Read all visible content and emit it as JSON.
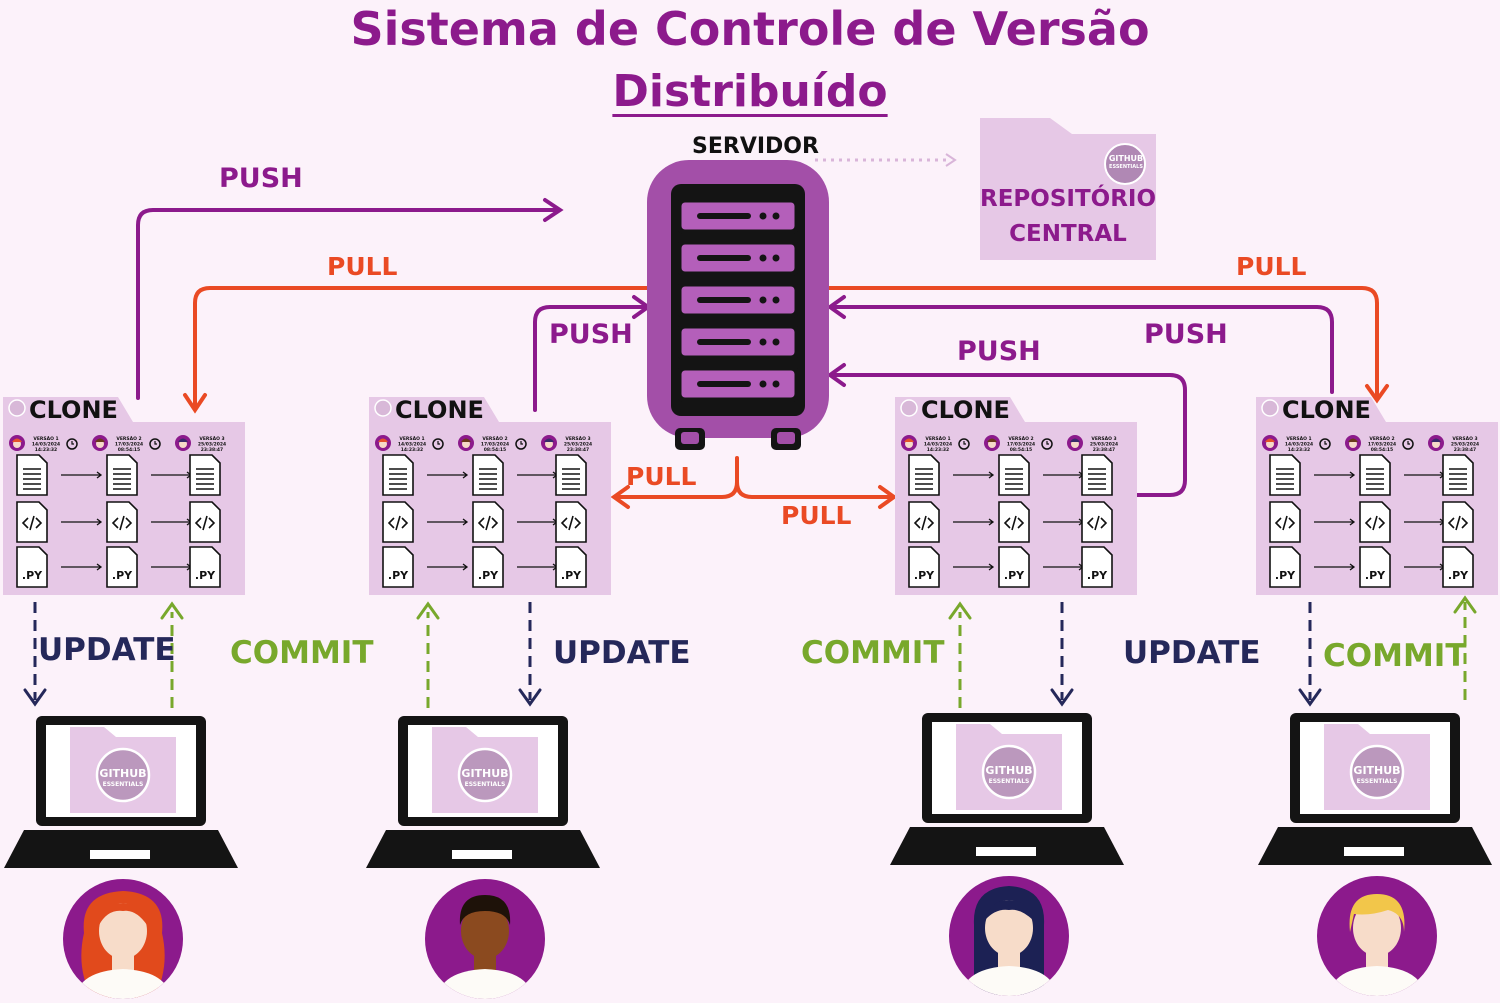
{
  "title": {
    "line1": "Sistema de Controle de Versão",
    "line2": "Distribuído"
  },
  "server": {
    "label": "SERVIDOR"
  },
  "repository": {
    "line1": "REPOSITÓRIO",
    "line2": "CENTRAL",
    "badge_line1": "GITHUB",
    "badge_line2": "ESSENTIALS"
  },
  "actions": {
    "push": "PUSH",
    "pull": "PULL",
    "clone": "CLONE",
    "update": "UPDATE",
    "commit": "COMMIT"
  },
  "clone_panel": {
    "versions": [
      {
        "label": "VERSÃO 1",
        "date": "14/03/2024",
        "time": "14:23:32"
      },
      {
        "label": "VERSÃO 2",
        "date": "17/03/2024",
        "time": "08:54:15"
      },
      {
        "label": "VERSÃO 3",
        "date": "25/03/2024",
        "time": "23:38:47"
      }
    ],
    "file_type": ".PY"
  },
  "laptop_badge": {
    "line1": "GITHUB",
    "line2": "ESSENTIALS"
  },
  "colors": {
    "push": "#8c1a8c",
    "pull": "#ea4a24",
    "update": "#25285a",
    "commit": "#78a82c",
    "panel": "#e6c8e6",
    "background": "#fcf2fa"
  }
}
